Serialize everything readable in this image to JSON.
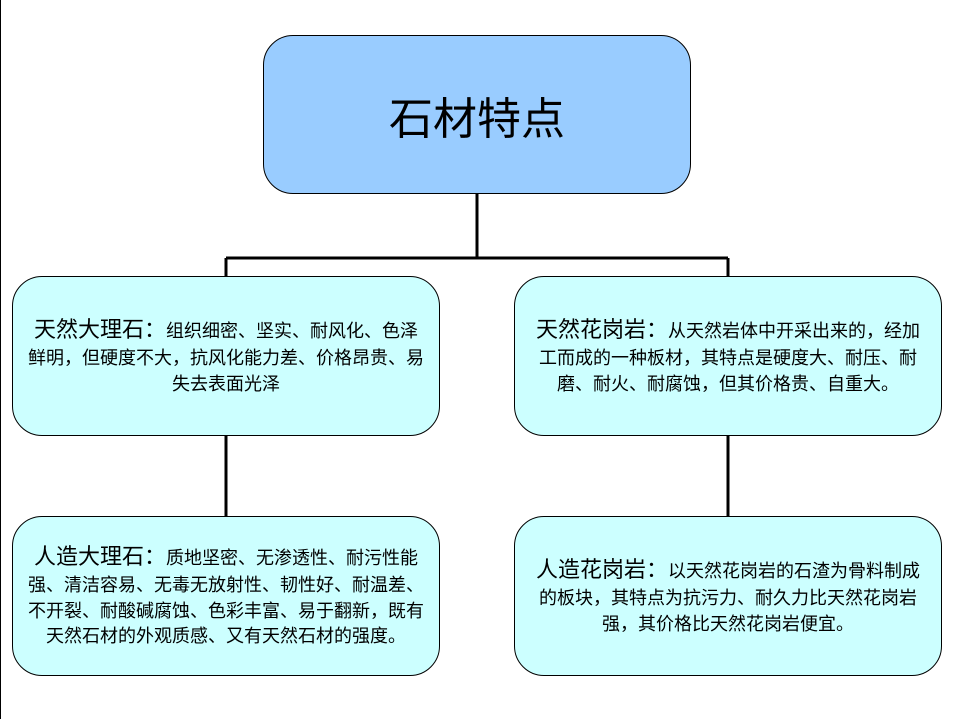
{
  "diagram": {
    "title": "石材特点",
    "nodes": [
      {
        "id": "marble-natural",
        "heading": "天然大理石：",
        "body": "组织细密、坚实、耐风化、色泽鲜明，但硬度不大，抗风化能力差、价格昂贵、易失去表面光泽"
      },
      {
        "id": "granite-natural",
        "heading": "天然花岗岩：",
        "body": "从天然岩体中开采出来的，经加工而成的一种板材，其特点是硬度大、耐压、耐磨、耐火、耐腐蚀，但其价格贵、自重大。"
      },
      {
        "id": "marble-artificial",
        "heading": "人造大理石：",
        "body": "质地坚密、无渗透性、耐污性能强、清洁容易、无毒无放射性、韧性好、耐温差、不开裂、耐酸碱腐蚀、色彩丰富、易于翻新，既有天然石材的外观质感、又有天然石材的强度。"
      },
      {
        "id": "granite-artificial",
        "heading": "人造花岗岩：",
        "body": "以天然花岗岩的石渣为骨料制成的板块，其特点为抗污力、耐久力比天然花岗岩强，其价格比天然花岗岩便宜。"
      }
    ]
  },
  "colors": {
    "root_fill": "#99ccff",
    "child_fill": "#ccffff",
    "stroke": "#000000"
  }
}
